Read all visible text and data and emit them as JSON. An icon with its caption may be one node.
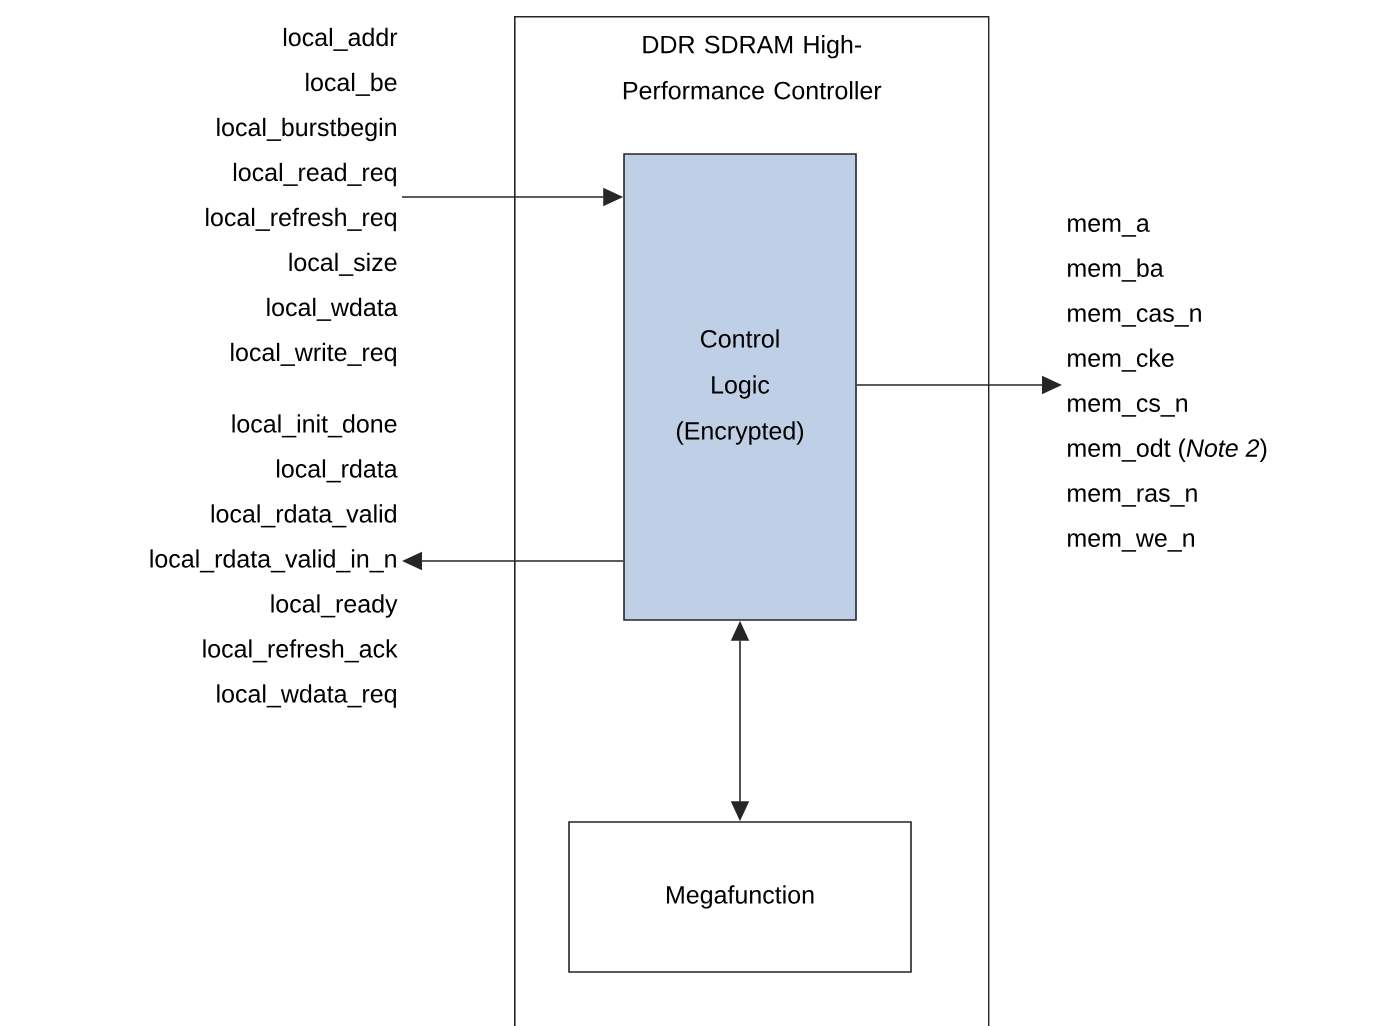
{
  "diagram": {
    "nodes": [
      {
        "text": [
          "DDR SDRAM High-Performance Controller"
        ]
      },
      {
        "text": [
          "Control Logic (Encrypted)"
        ],
        "in": 0
      },
      {
        "text": [
          "Megafunction"
        ],
        "in": 0
      },
      {
        "text": [
          "local_addr",
          "local_be",
          "local_burstbegin",
          "local_read_req",
          "local_refresh_req",
          "local_size",
          "local_wdata",
          "local_write_req"
        ]
      },
      {
        "text": [
          "local_init_done",
          "local_rdata",
          "local_rdata_valid",
          "local_rdata_valid_in_n",
          "local_ready",
          "local_refresh_ack",
          "local_wdata_req"
        ]
      },
      {
        "text": [
          "mem_a",
          "mem_ba",
          "mem_cas_n",
          "mem_cke",
          "mem_cs_n",
          "mem_odt (*Note 2*)",
          "mem_ras_n",
          "mem_we_n"
        ]
      }
    ],
    "edges": [
      {
        "from": 3,
        "to": 1,
        "arrow": "to"
      },
      {
        "from": 1,
        "to": 4,
        "arrow": "to"
      },
      {
        "from": 1,
        "to": 5,
        "arrow": "to"
      },
      {
        "from": 1,
        "to": 2,
        "arrow": "both"
      }
    ]
  }
}
